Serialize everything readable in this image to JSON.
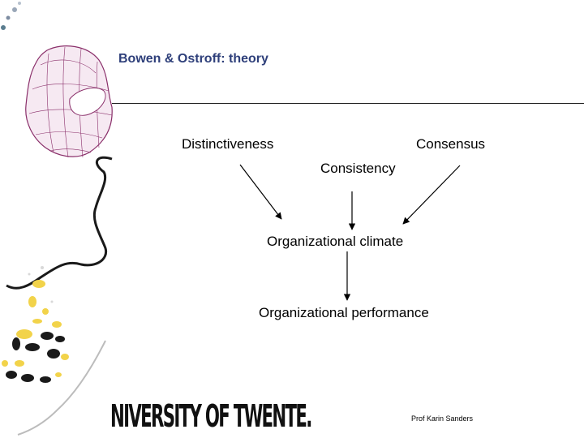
{
  "slide": {
    "title": "Bowen & Ostroff: theory",
    "logo_text": "NIVERSITY OF TWENTE.",
    "credit": "Prof Karin Sanders"
  },
  "diagram": {
    "nodes": {
      "distinctiveness": "Distinctiveness",
      "consensus": "Consensus",
      "consistency": "Consistency",
      "climate": "Organizational climate",
      "performance": "Organizational performance"
    },
    "edges": [
      {
        "from": "distinctiveness",
        "to": "climate"
      },
      {
        "from": "consistency",
        "to": "climate"
      },
      {
        "from": "consensus",
        "to": "climate"
      },
      {
        "from": "climate",
        "to": "performance"
      }
    ]
  },
  "colors": {
    "title": "#2e3f7a",
    "mesh": "#8a2f6a",
    "accent_yellow": "#f2d34a",
    "dark": "#1a1a1a"
  }
}
